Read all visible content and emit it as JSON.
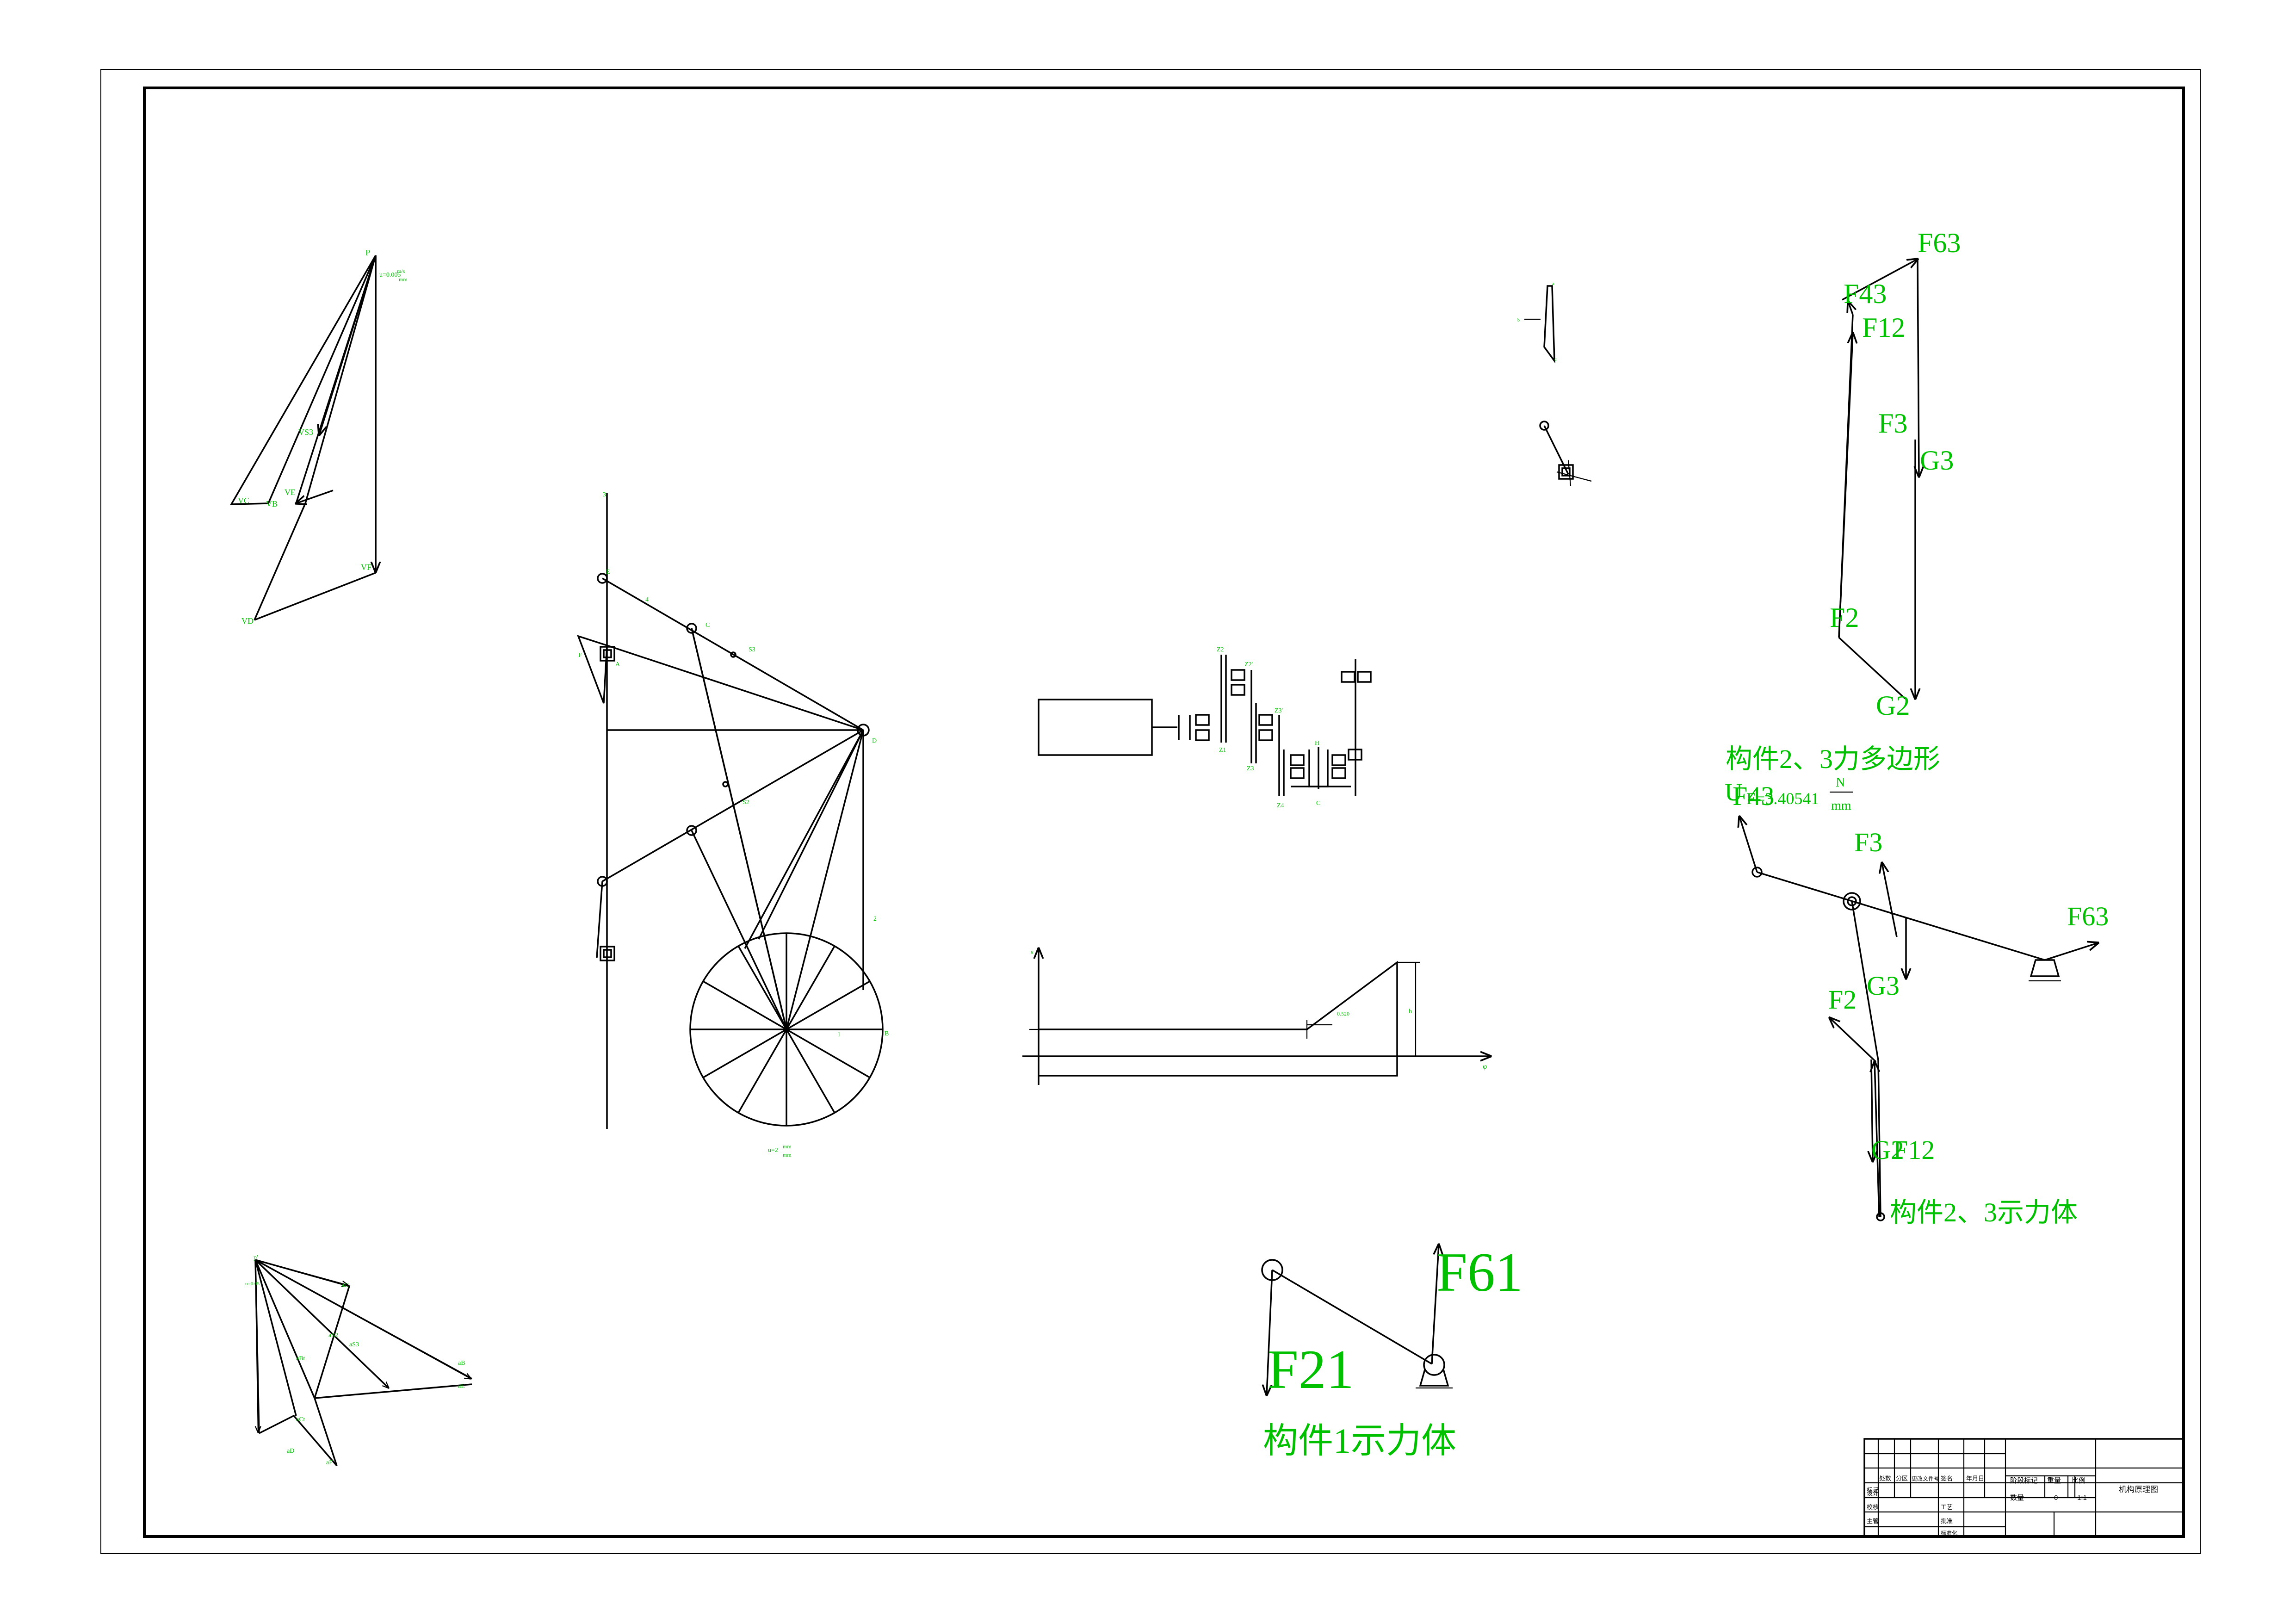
{
  "title_block": {
    "drawing_name": "机构原理图",
    "stage_mark": "阶段标记",
    "weight": "重量",
    "scale_label": "比例",
    "scale_value": "1:1",
    "quantity": "数量",
    "quantity_value": "0",
    "mark": "标记",
    "count": "处数",
    "zone": "分区",
    "change_doc": "更改文件号",
    "signature": "签名",
    "date": "年月日",
    "design": "设计",
    "check": "校核",
    "supervisor": "主管",
    "process": "工艺",
    "approve": "批准",
    "standardize": "标准化"
  },
  "force_polygon": {
    "caption": "构件2、3力多边形",
    "scale_prefix": "U",
    "scale_value": "F=3.40541",
    "scale_unit_num": "N",
    "scale_unit_den": "mm",
    "labels": [
      "F63",
      "F43",
      "F12",
      "F3",
      "G3",
      "F2",
      "G2"
    ]
  },
  "free_body_23": {
    "caption": "构件2、3示力体",
    "labels": [
      "F43",
      "F3",
      "F63",
      "F2",
      "G3",
      "G2",
      "F12"
    ]
  },
  "free_body_1": {
    "caption": "构件1示力体",
    "labels": [
      "F21",
      "F61"
    ]
  },
  "mechanism": {
    "points": [
      "E",
      "C",
      "S3",
      "D",
      "S2",
      "B",
      "A",
      "F",
      "G",
      "1",
      "2",
      "3",
      "4",
      "5"
    ],
    "scale": "u=2",
    "scale_unit_num": "mm",
    "scale_unit_den": "mm"
  },
  "velocity_polygon": {
    "labels": [
      "P",
      "VC",
      "VB",
      "VE",
      "VS3",
      "VS2",
      "VF",
      "VD"
    ],
    "scale": "u=0.005",
    "scale_unit_num": "m/s",
    "scale_unit_den": "mm"
  },
  "accel_polygon": {
    "labels": [
      "p'",
      "aC",
      "aB",
      "aE",
      "aD",
      "aF",
      "aS2",
      "aS3",
      "aBt",
      "aCt"
    ],
    "scale": "u=0.05"
  },
  "gear_train": {
    "labels": [
      "Z1",
      "Z2",
      "Z2'",
      "Z3",
      "Z3'",
      "Z4",
      "H",
      "C"
    ]
  },
  "cam_diagram": {
    "y_label": "s",
    "x_label": "φ",
    "dim_label": "h",
    "angle_label": "0.520"
  },
  "small_diagram": {
    "labels": [
      "a",
      "b",
      "c"
    ]
  }
}
